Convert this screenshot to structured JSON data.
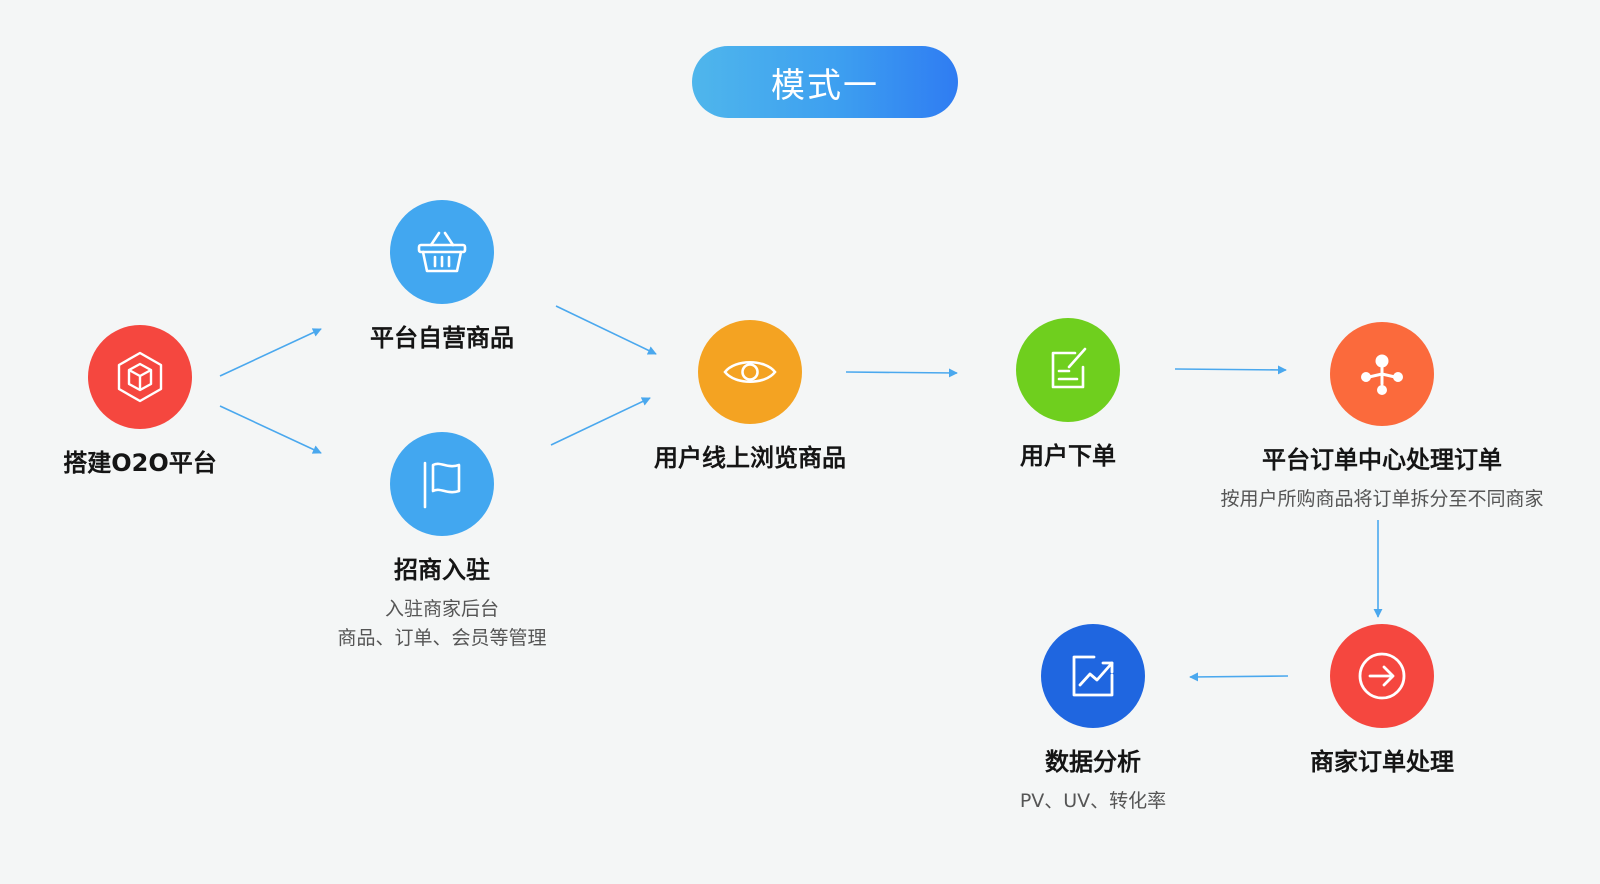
{
  "title": "模式一",
  "colors": {
    "background": "#f4f6f6",
    "arrow": "#4aa8ee",
    "red": "#f5473f",
    "blue": "#42a7f0",
    "orange": "#f4a322",
    "green": "#6fcf1e",
    "red_orange": "#fb6a3c",
    "dark_blue": "#1f66e0"
  },
  "nodes": {
    "build": {
      "label": "搭建O2O平台",
      "icon": "cube-icon"
    },
    "selfrun": {
      "label": "平台自营商品",
      "icon": "basket-icon"
    },
    "merchant": {
      "label": "招商入驻",
      "icon": "flag-icon",
      "sub": [
        "入驻商家后台",
        "商品、订单、会员等管理"
      ]
    },
    "browse": {
      "label": "用户线上浏览商品",
      "icon": "eye-icon"
    },
    "order": {
      "label": "用户下单",
      "icon": "edit-icon"
    },
    "center": {
      "label": "平台订单中心处理订单",
      "icon": "share-nodes-icon",
      "sub": [
        "按用户所购商品将订单拆分至不同商家"
      ]
    },
    "process": {
      "label": "商家订单处理",
      "icon": "arrow-circle-icon"
    },
    "analysis": {
      "label": "数据分析",
      "icon": "chart-up-icon",
      "sub": [
        "PV、UV、转化率"
      ]
    }
  }
}
